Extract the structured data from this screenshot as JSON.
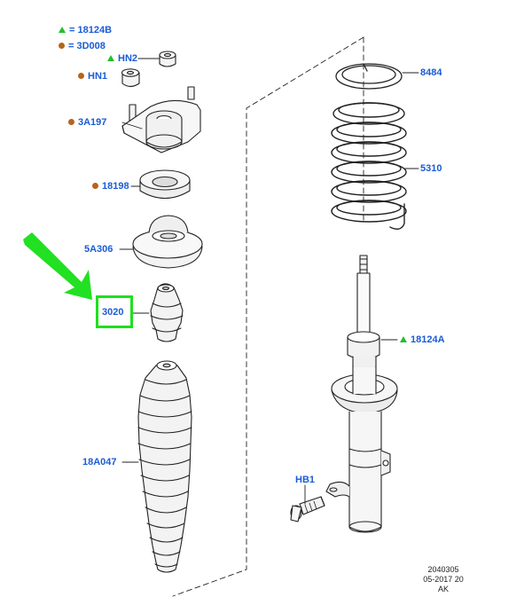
{
  "legend": [
    {
      "marker": "triangle",
      "color": "#22c02a",
      "text": "= 18124B"
    },
    {
      "marker": "dot",
      "color": "#b5651d",
      "text": "= 3D008"
    }
  ],
  "labels": {
    "hn2": "HN2",
    "hn1": "HN1",
    "p3a197": "3A197",
    "p18198": "18198",
    "p5a306": "5A306",
    "p3020": "3020",
    "p18a047": "18A047",
    "p8484": "8484",
    "p5310": "5310",
    "p18124a": "18124A",
    "hb1": "HB1"
  },
  "footer": {
    "line1": "2040305",
    "line2": "05-2017 20",
    "line3": "AK"
  },
  "colors": {
    "label_text": "#1a5bd6",
    "legend_dot": "#b5651d",
    "legend_triangle": "#22c02a",
    "highlight": "#1ee01e"
  }
}
